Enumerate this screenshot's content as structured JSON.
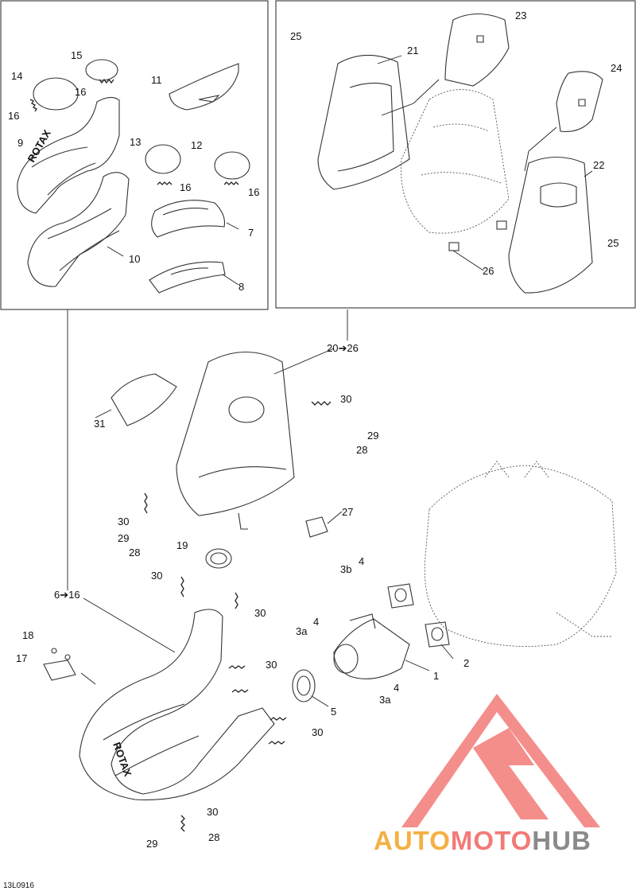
{
  "figure_code": "13L0916",
  "logo": {
    "part1": "AUTO",
    "part2": "MOTO",
    "part3": "HUB"
  },
  "labels": {
    "l1": "1",
    "l2": "2",
    "l3a_a": "3a",
    "l3a_b": "3a",
    "l3b": "3b",
    "l4_a": "4",
    "l4_b": "4",
    "l4_c": "4",
    "l5": "5",
    "l6to16": "6➔16",
    "l7": "7",
    "l8": "8",
    "l9": "9",
    "l10": "10",
    "l11": "11",
    "l12": "12",
    "l13": "13",
    "l14": "14",
    "l15": "15",
    "l16_a": "16",
    "l16_b": "16",
    "l16_c": "16",
    "l16_d": "16",
    "l17": "17",
    "l18": "18",
    "l19": "19",
    "l20to26": "20➔26",
    "l21": "21",
    "l22": "22",
    "l23": "23",
    "l24": "24",
    "l25_a": "25",
    "l25_b": "25",
    "l26": "26",
    "l27": "27",
    "l28_a": "28",
    "l28_b": "28",
    "l28_c": "28",
    "l29_a": "29",
    "l29_b": "29",
    "l29_c": "29",
    "l30_a": "30",
    "l30_b": "30",
    "l30_c": "30",
    "l30_d": "30",
    "l30_e": "30",
    "l30_f": "30",
    "l30_g": "30",
    "l31": "31"
  },
  "colors": {
    "logo_red": "#f27a77",
    "logo_orange": "#f4b043",
    "logo_gray": "#8a8a8a",
    "line": "#333333"
  }
}
